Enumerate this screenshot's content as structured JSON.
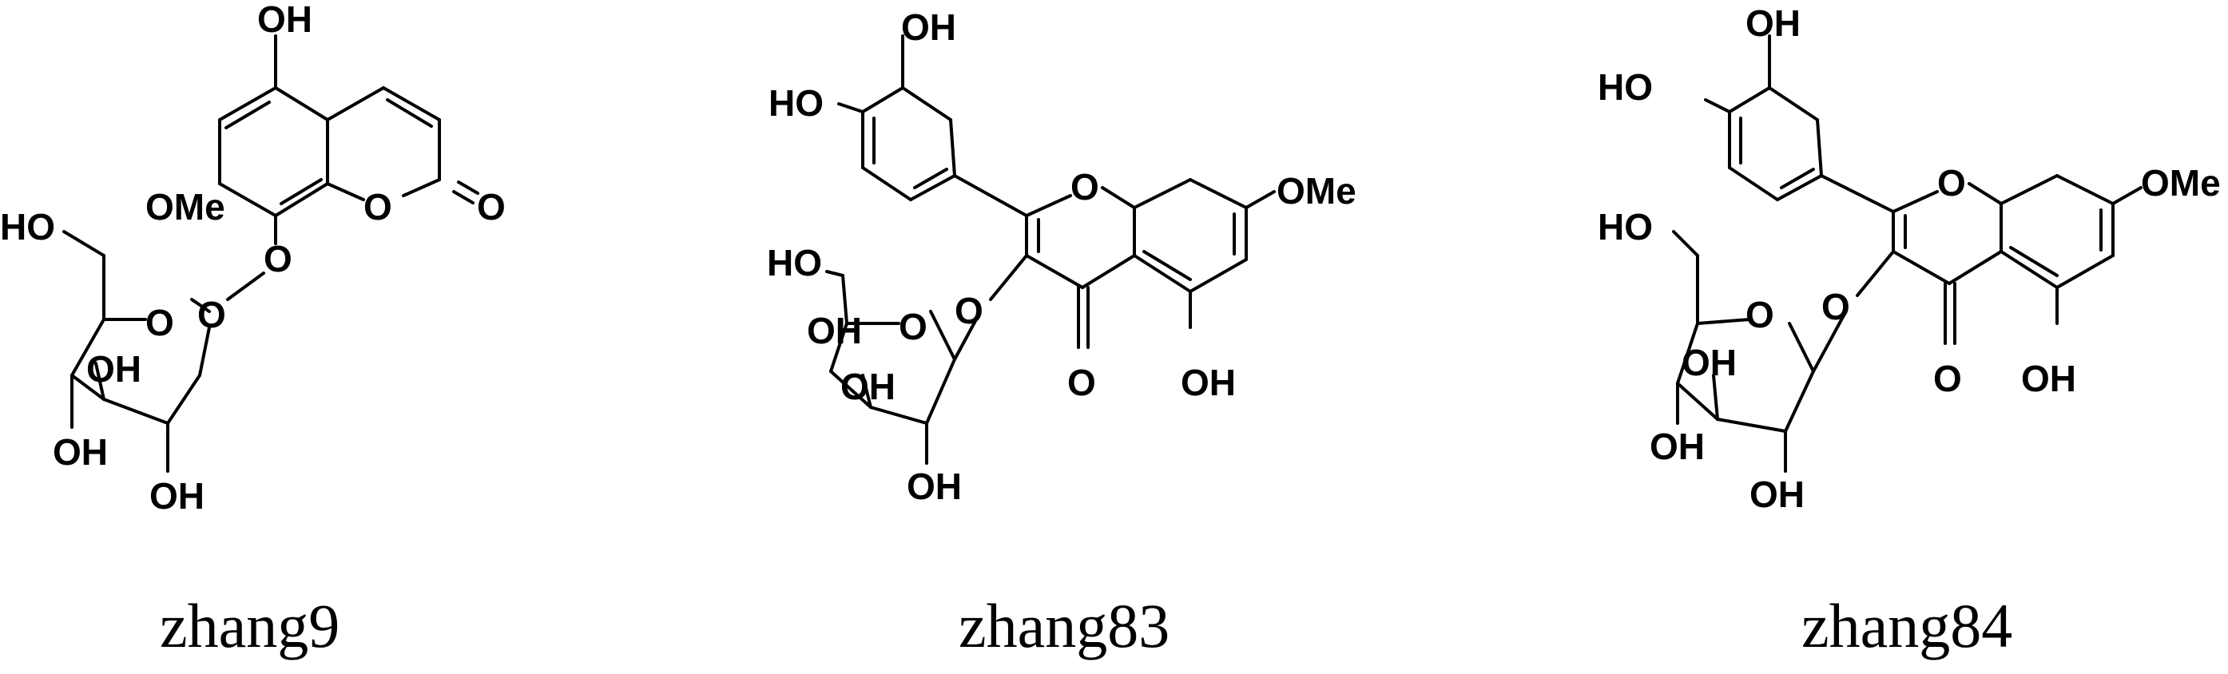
{
  "compounds": [
    {
      "name": "zhang9",
      "atoms": [
        "OH",
        "OMe",
        "O",
        "O",
        "O",
        "O",
        "HO",
        "O",
        "OH",
        "OH",
        "OH"
      ]
    },
    {
      "name": "zhang83",
      "atoms": [
        "OH",
        "HO",
        "O",
        "OMe",
        "O",
        "HO",
        "O",
        "OH",
        "OH",
        "OH",
        "O",
        "OH"
      ]
    },
    {
      "name": "zhang84",
      "atoms": [
        "OH",
        "HO",
        "O",
        "OMe",
        "HO",
        "O",
        "O",
        "OH",
        "OH",
        "OH",
        "O",
        "OH"
      ]
    }
  ]
}
